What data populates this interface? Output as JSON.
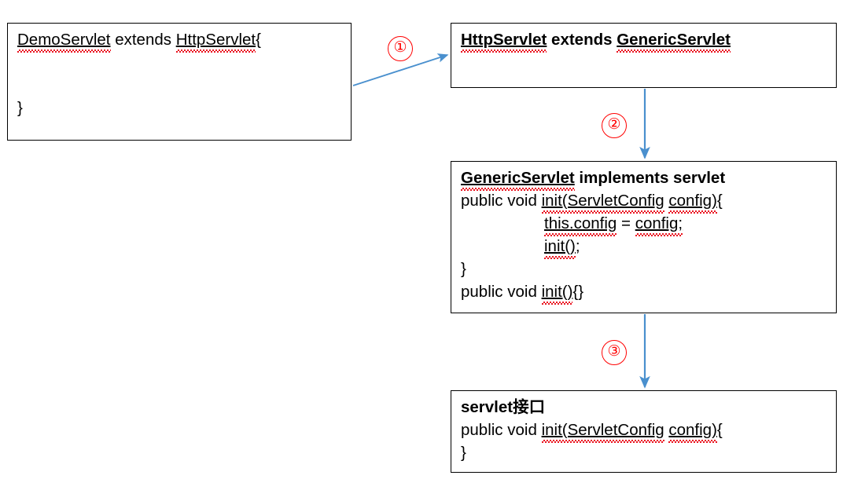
{
  "diagram": {
    "title": "Servlet inheritance chain",
    "accent_arrow_color": "#4A90CE",
    "annotation_color": "#FF0000",
    "box_border_color": "#000000",
    "spellcheck_squiggle_color": "#E8000D",
    "background": "#FFFFFF"
  },
  "boxes": [
    {
      "id": "demo",
      "name": "demo-servlet-box",
      "lines": [
        {
          "segments": [
            {
              "text": "DemoServlet",
              "underline": true,
              "squiggly": true,
              "bold": false
            },
            {
              "text": "  extends ",
              "underline": false,
              "squiggly": false,
              "bold": false
            },
            {
              "text": "HttpServlet",
              "underline": true,
              "squiggly": true,
              "bold": false
            },
            {
              "text": "{",
              "underline": false,
              "squiggly": false,
              "bold": false
            }
          ]
        },
        {
          "segments": []
        },
        {
          "segments": []
        },
        {
          "segments": [
            {
              "text": "}",
              "underline": false,
              "squiggly": false,
              "bold": false
            }
          ]
        }
      ]
    },
    {
      "id": "http",
      "name": "http-servlet-box",
      "lines": [
        {
          "segments": [
            {
              "text": "HttpServlet",
              "underline": true,
              "squiggly": true,
              "bold": true
            },
            {
              "text": " extends ",
              "underline": false,
              "squiggly": false,
              "bold": true
            },
            {
              "text": "GenericServlet",
              "underline": true,
              "squiggly": true,
              "bold": true
            }
          ]
        },
        {
          "segments": []
        }
      ]
    },
    {
      "id": "generic",
      "name": "generic-servlet-box",
      "lines": [
        {
          "segments": [
            {
              "text": "GenericServlet",
              "underline": true,
              "squiggly": true,
              "bold": true
            },
            {
              "text": "  implements  servlet",
              "underline": false,
              "squiggly": false,
              "bold": true
            }
          ]
        },
        {
          "segments": [
            {
              "text": "public void  ",
              "underline": false,
              "squiggly": false,
              "bold": false
            },
            {
              "text": "init(ServletConfig",
              "underline": true,
              "squiggly": true,
              "bold": false
            },
            {
              "text": " ",
              "underline": false,
              "squiggly": false,
              "bold": false
            },
            {
              "text": "config)",
              "underline": true,
              "squiggly": true,
              "bold": false
            },
            {
              "text": "{",
              "underline": false,
              "squiggly": false,
              "bold": false
            }
          ]
        },
        {
          "indent": true,
          "segments": [
            {
              "text": "this.config",
              "underline": true,
              "squiggly": true,
              "bold": false
            },
            {
              "text": " = ",
              "underline": false,
              "squiggly": false,
              "bold": false
            },
            {
              "text": "config;",
              "underline": true,
              "squiggly": true,
              "bold": false
            }
          ]
        },
        {
          "indent": true,
          "segments": [
            {
              "text": "init()",
              "underline": true,
              "squiggly": true,
              "bold": false
            },
            {
              "text": ";",
              "underline": false,
              "squiggly": false,
              "bold": false
            }
          ]
        },
        {
          "segments": [
            {
              "text": "}",
              "underline": false,
              "squiggly": false,
              "bold": false
            }
          ]
        },
        {
          "segments": [
            {
              "text": "public void ",
              "underline": false,
              "squiggly": false,
              "bold": false
            },
            {
              "text": "init()",
              "underline": true,
              "squiggly": true,
              "bold": false
            },
            {
              "text": "{}",
              "underline": false,
              "squiggly": false,
              "bold": false
            }
          ]
        }
      ]
    },
    {
      "id": "servlet",
      "name": "servlet-interface-box",
      "lines": [
        {
          "segments": [
            {
              "text": "servlet接口",
              "underline": false,
              "squiggly": false,
              "bold": true
            }
          ]
        },
        {
          "segments": [
            {
              "text": "public void  ",
              "underline": false,
              "squiggly": false,
              "bold": false
            },
            {
              "text": "init(ServletConfig",
              "underline": true,
              "squiggly": true,
              "bold": false
            },
            {
              "text": " ",
              "underline": false,
              "squiggly": false,
              "bold": false
            },
            {
              "text": "config)",
              "underline": true,
              "squiggly": true,
              "bold": false
            },
            {
              "text": "{",
              "underline": false,
              "squiggly": false,
              "bold": false
            }
          ]
        },
        {
          "segments": [
            {
              "text": "}",
              "underline": false,
              "squiggly": false,
              "bold": false
            }
          ]
        }
      ]
    }
  ],
  "annotations": [
    {
      "id": "1",
      "label": "①_plain",
      "number": "①"
    },
    {
      "id": "2",
      "label": "②_plain",
      "number": "②"
    },
    {
      "id": "3",
      "label": "③_plain",
      "number": "③"
    }
  ],
  "arrows": [
    {
      "id": "a1",
      "name": "arrow-demo-to-http",
      "from_box": "demo",
      "to_box": "http",
      "step": "①"
    },
    {
      "id": "a2",
      "name": "arrow-http-to-generic",
      "from_box": "http",
      "to_box": "generic",
      "step": "②"
    },
    {
      "id": "a3",
      "name": "arrow-generic-to-servlet",
      "from_box": "generic",
      "to_box": "servlet",
      "step": "③"
    }
  ]
}
